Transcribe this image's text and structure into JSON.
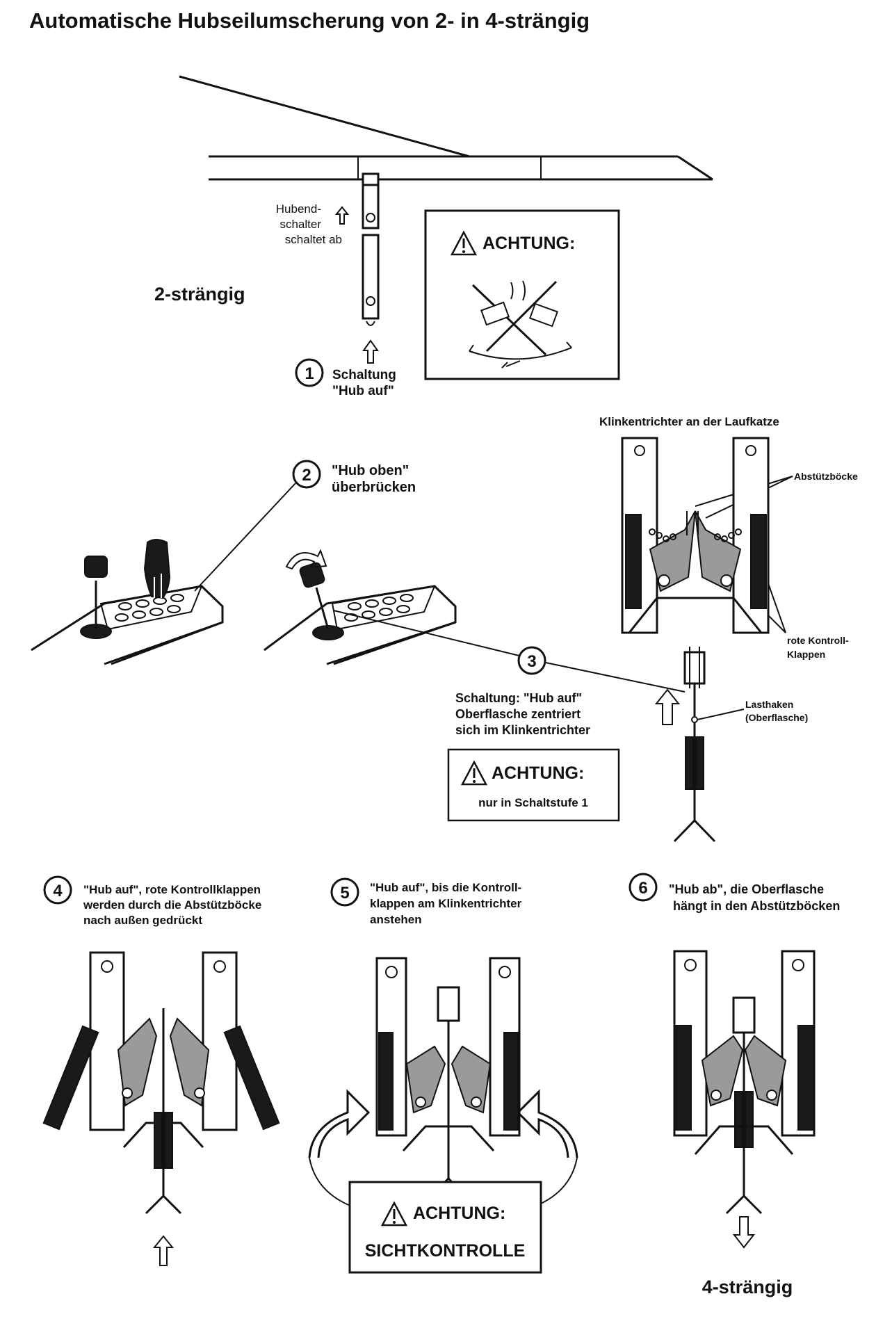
{
  "title": "Automatische Hubseilumscherung von 2- in 4-strängig",
  "label_2strangig": "2-strängig",
  "label_4strangig": "4-strängig",
  "limit_switch": {
    "line1": "Hubend-",
    "line2": "schalter",
    "line3": "schaltet ab"
  },
  "warning_label": "ACHTUNG:",
  "warning_note_1": "nur in Schaltstufe 1",
  "warning_note_2": "SICHTKONTROLLE",
  "funnel_caption": "Klinkentrichter an der Laufkatze",
  "callouts": {
    "abstuetzboecke": "Abstützböcke",
    "kontroll_line1": "rote Kontroll-",
    "kontroll_line2": "Klappen",
    "lasthaken_line1": "Lasthaken",
    "lasthaken_line2": "(Oberflasche)"
  },
  "steps": [
    {
      "num": "1",
      "line1": "Schaltung",
      "line2": "\"Hub auf\"",
      "line3": ""
    },
    {
      "num": "2",
      "line1": "\"Hub oben\"",
      "line2": "überbrücken",
      "line3": ""
    },
    {
      "num": "3",
      "line1": "Schaltung: \"Hub auf\"",
      "line2": "Oberflasche zentriert",
      "line3": "sich im Klinkentrichter"
    },
    {
      "num": "4",
      "line1": "\"Hub auf\", rote Kontrollklappen",
      "line2": "werden durch die Abstützböcke",
      "line3": "nach außen gedrückt"
    },
    {
      "num": "5",
      "line1": "\"Hub auf\", bis die Kontroll-",
      "line2": "klappen am Klinkentrichter",
      "line3": "anstehen"
    },
    {
      "num": "6",
      "line1": "\"Hub ab\", die Oberflasche",
      "line2": "hängt in den Abstützböcken",
      "line3": ""
    }
  ]
}
